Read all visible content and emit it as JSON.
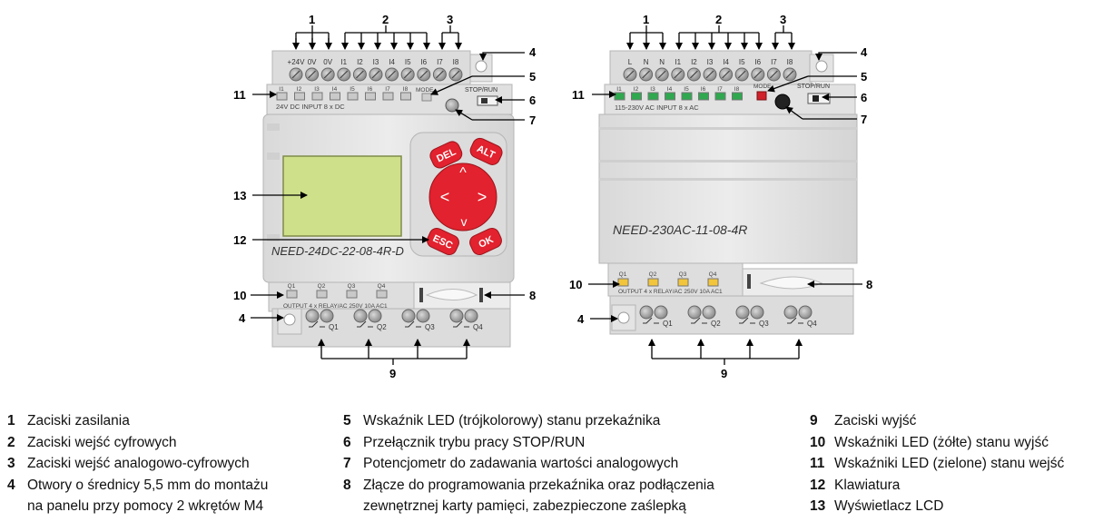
{
  "left_device": {
    "power_labels": [
      "+24V",
      "0V",
      "0V"
    ],
    "input_labels": [
      "I1",
      "I2",
      "I3",
      "I4",
      "I5",
      "I6",
      "I7",
      "I8"
    ],
    "led_labels": [
      "I1",
      "I2",
      "I3",
      "I4",
      "I5",
      "I6",
      "I7",
      "I8"
    ],
    "input_caption": "24V DC INPUT 8 x DC",
    "mode_label": "MODE",
    "stop_run_label": "STOP/RUN",
    "model": "NEED-24DC-22-08-4R-D",
    "keys": {
      "del": "DEL",
      "alt": "ALT",
      "esc": "ESC",
      "ok": "OK"
    },
    "output_leds": [
      "Q1",
      "Q2",
      "Q3",
      "Q4"
    ],
    "output_caption": "OUTPUT 4 x RELAY/AC 250V 10A AC1",
    "output_terms": [
      "Q1",
      "Q2",
      "Q3",
      "Q4"
    ]
  },
  "right_device": {
    "power_labels": [
      "L",
      "N",
      "N"
    ],
    "input_labels": [
      "I1",
      "I2",
      "I3",
      "I4",
      "I5",
      "I6",
      "I7",
      "I8"
    ],
    "led_labels": [
      "I1",
      "I2",
      "I3",
      "I4",
      "I5",
      "I6",
      "I7",
      "I8"
    ],
    "input_caption": "115-230V AC INPUT 8 x AC",
    "mode_label": "MODE",
    "stop_run_label": "STOP/RUN",
    "model": "NEED-230AC-11-08-4R",
    "output_leds": [
      "Q1",
      "Q2",
      "Q3",
      "Q4"
    ],
    "output_caption": "OUTPUT 4 x RELAY/AC 250V 10A AC1",
    "output_terms": [
      "Q1",
      "Q2",
      "Q3",
      "Q4"
    ]
  },
  "callouts": {
    "n1": "1",
    "n2": "2",
    "n3": "3",
    "n4": "4",
    "n5": "5",
    "n6": "6",
    "n7": "7",
    "n8": "8",
    "n9": "9",
    "n10": "10",
    "n11": "11",
    "n12": "12",
    "n13": "13"
  },
  "legend": {
    "col1": [
      {
        "num": "1",
        "text": "Zaciski zasilania"
      },
      {
        "num": "2",
        "text": "Zaciski wejść cyfrowych"
      },
      {
        "num": "3",
        "text": "Zaciski wejść analogowo-cyfrowych"
      },
      {
        "num": "4",
        "text": "Otwory o średnicy 5,5 mm do montażu",
        "cont": "na panelu przy pomocy 2 wkrętów M4"
      }
    ],
    "col2": [
      {
        "num": "5",
        "text": "Wskaźnik LED (trójkolorowy) stanu przekaźnika"
      },
      {
        "num": "6",
        "text": "Przełącznik trybu pracy STOP/RUN"
      },
      {
        "num": "7",
        "text": "Potencjometr do zadawania wartości analogowych"
      },
      {
        "num": "8",
        "text": "Złącze do programowania przekaźnika oraz podłączenia",
        "cont": "zewnętrznej karty pamięci, zabezpieczone zaślepką"
      }
    ],
    "col3": [
      {
        "num": "9",
        "text": "Zaciski wyjść"
      },
      {
        "num": "10",
        "text": "Wskaźniki LED (żółte) stanu wyjść"
      },
      {
        "num": "11",
        "text": "Wskaźniki LED (zielone) stanu wejść"
      },
      {
        "num": "12",
        "text": "Klawiatura"
      },
      {
        "num": "13",
        "text": "Wyświetlacz LCD"
      }
    ]
  },
  "colors": {
    "housing": "#e6e6e6",
    "housing_edge": "#b8b8b8",
    "lcd": "#cfe08a",
    "key_red": "#e2222e",
    "led_green": "#2fa84f",
    "led_yellow": "#f2c53a",
    "led_red": "#d0202a",
    "screw": "#9a9a9a"
  }
}
